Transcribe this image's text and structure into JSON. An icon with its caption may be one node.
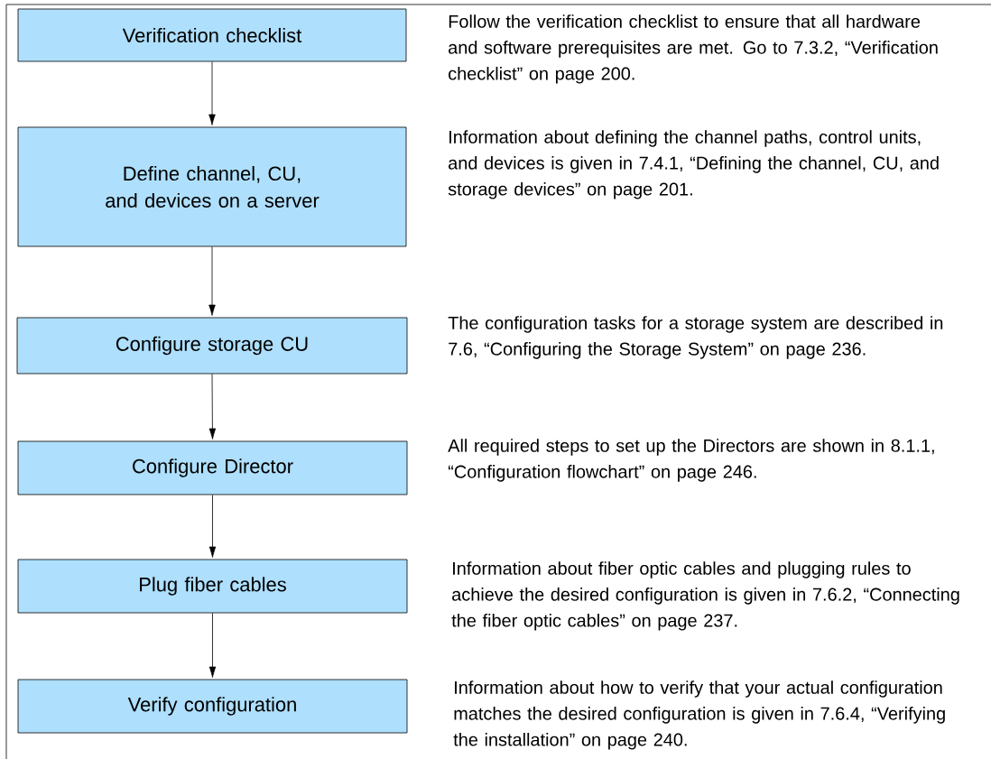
{
  "diagram": {
    "nodes": [
      {
        "text": [
          "Verification checklist"
        ],
        "beside": [
          "Follow the verification checklist to ensure that all hardware and software prerequisites are met. Go to 7.3.2, “Verification checklist” on page 200."
        ]
      },
      {
        "text": [
          "Define channel, CU, and devices on a server"
        ],
        "beside": [
          "Information about defining the channel paths, control units, and devices is given in 7.4.1, “Defining the channel, CU, and storage devices” on page 201."
        ]
      },
      {
        "text": [
          "Configure storage CU"
        ],
        "beside": [
          "The configuration tasks for a storage system are described in 7.6, “Configuring the Storage System” on page 236."
        ]
      },
      {
        "text": [
          "Configure Director"
        ],
        "beside": [
          "All required steps to set up the Directors are shown in 8.1.1, “Configuration flowchart” on page 246."
        ]
      },
      {
        "text": [
          "Plug fiber cables"
        ],
        "beside": [
          "Information about fiber optic cables and plugging rules to achieve the desired configuration is given in 7.6.2, “Connecting the fiber optic cables” on page 237."
        ]
      },
      {
        "text": [
          "Verify configuration"
        ],
        "beside": [
          "Information about how to verify that your actual configuration matches the desired configuration is given in 7.6.4, “Verifying the installation” on page 240."
        ]
      }
    ],
    "edges": [
      {
        "from": 0,
        "to": 1,
        "arrow": "to"
      },
      {
        "from": 1,
        "to": 2,
        "arrow": "to"
      },
      {
        "from": 2,
        "to": 3,
        "arrow": "to"
      },
      {
        "from": 3,
        "to": 4,
        "arrow": "to"
      },
      {
        "from": 4,
        "to": 5,
        "arrow": "to"
      }
    ]
  }
}
